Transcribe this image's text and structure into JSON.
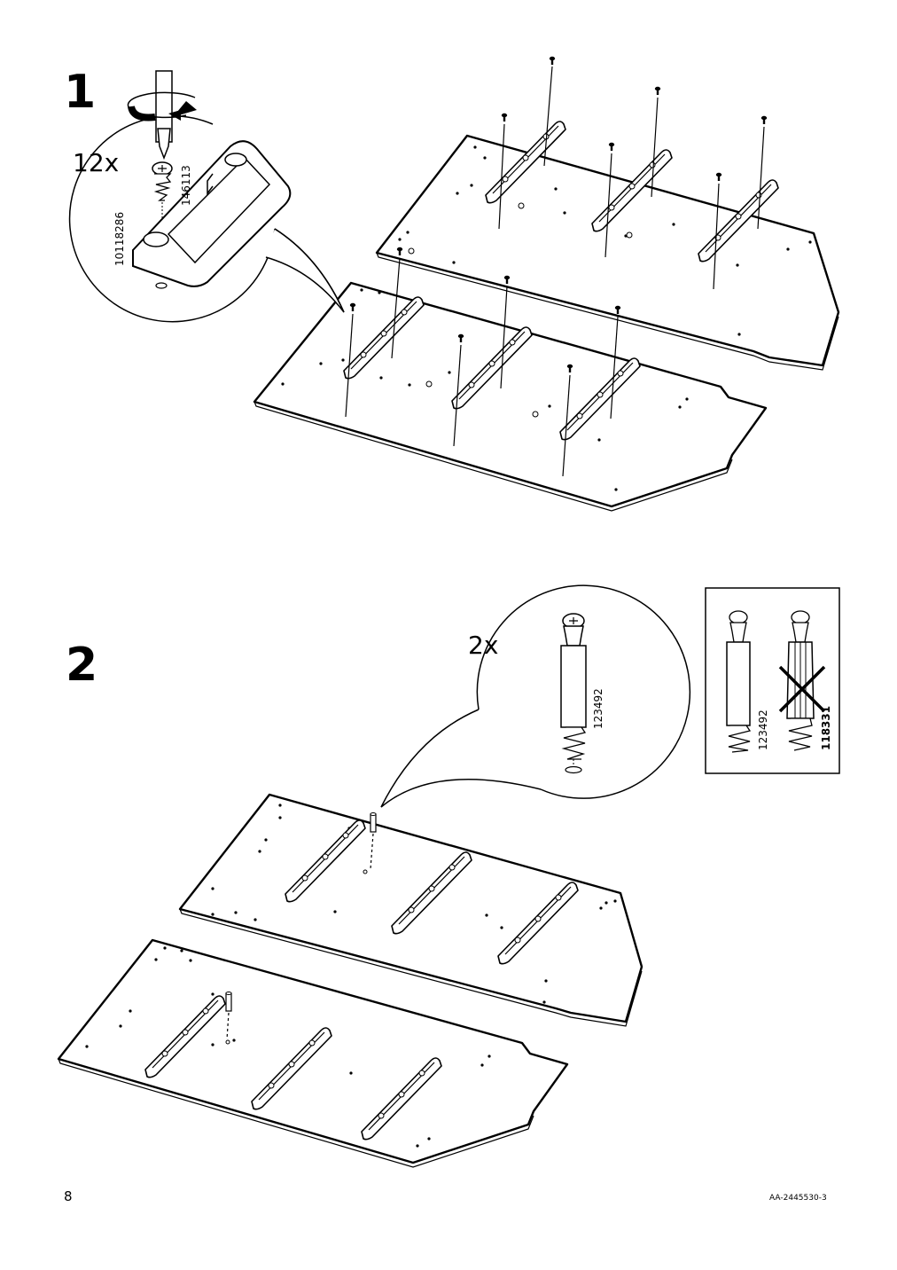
{
  "page": {
    "number": "8",
    "doc_code": "AA-2445530-3"
  },
  "step1": {
    "number": "1",
    "quantity": "12x",
    "screw_part": "146113",
    "rail_part": "10118286"
  },
  "step2": {
    "number": "2",
    "quantity": "2x",
    "dowel_part": "123492",
    "compare": {
      "correct_part": "123492",
      "wrong_part": "118331"
    }
  }
}
